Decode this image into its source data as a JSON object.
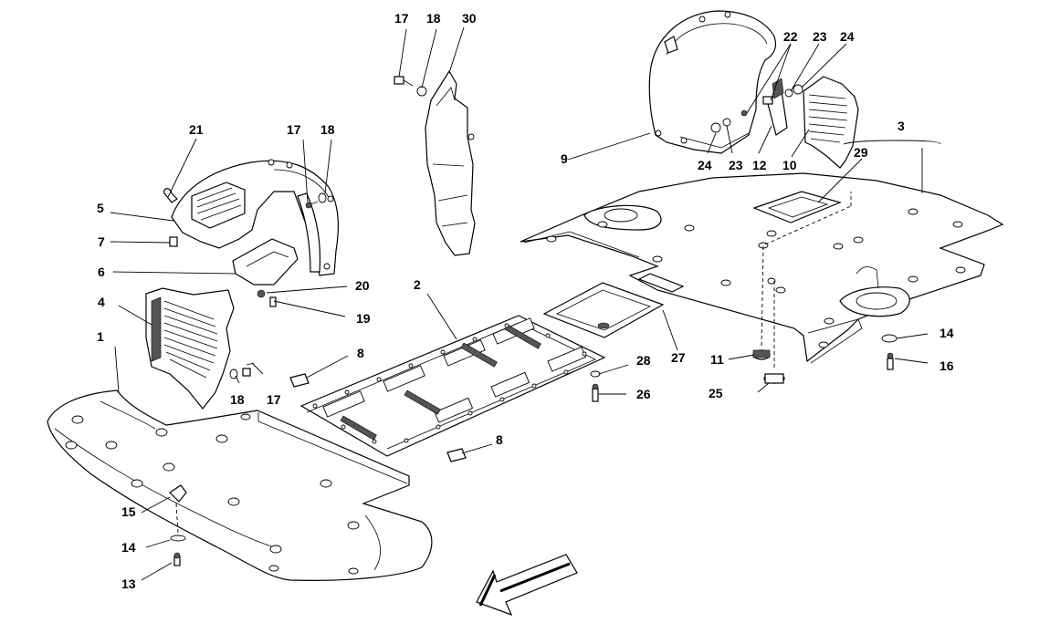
{
  "diagram": {
    "parts": [
      {
        "id": "p1",
        "name": "front-underbody-panel",
        "callouts": [
          "1"
        ]
      },
      {
        "id": "p2",
        "name": "central-tray-panel",
        "callouts": [
          "2"
        ]
      },
      {
        "id": "p3",
        "name": "rear-underbody-panel",
        "callouts": [
          "3"
        ]
      },
      {
        "id": "p4",
        "name": "front-wheelhouse-liner-rear-section",
        "callouts": [
          "4"
        ]
      },
      {
        "id": "p5",
        "name": "front-wheelhouse-liner",
        "callouts": [
          "5"
        ]
      },
      {
        "id": "p6",
        "name": "access-cover",
        "callouts": [
          "6"
        ]
      },
      {
        "id": "p9",
        "name": "rear-wheelhouse-liner",
        "callouts": [
          "9"
        ]
      },
      {
        "id": "p10",
        "name": "rear-wheelhouse-liner-rear-section",
        "callouts": [
          "10"
        ]
      },
      {
        "id": "p27",
        "name": "inspection-plate",
        "callouts": [
          "27"
        ]
      },
      {
        "id": "p30",
        "name": "vertical-shield",
        "callouts": [
          "30"
        ]
      }
    ],
    "labels": [
      "1",
      "2",
      "3",
      "4",
      "5",
      "6",
      "7",
      "8",
      "8",
      "9",
      "10",
      "11",
      "12",
      "13",
      "14",
      "14",
      "15",
      "16",
      "17",
      "17",
      "17",
      "18",
      "18",
      "18",
      "19",
      "20",
      "21",
      "22",
      "23",
      "23",
      "24",
      "24",
      "25",
      "26",
      "27",
      "28",
      "29",
      "30"
    ]
  }
}
